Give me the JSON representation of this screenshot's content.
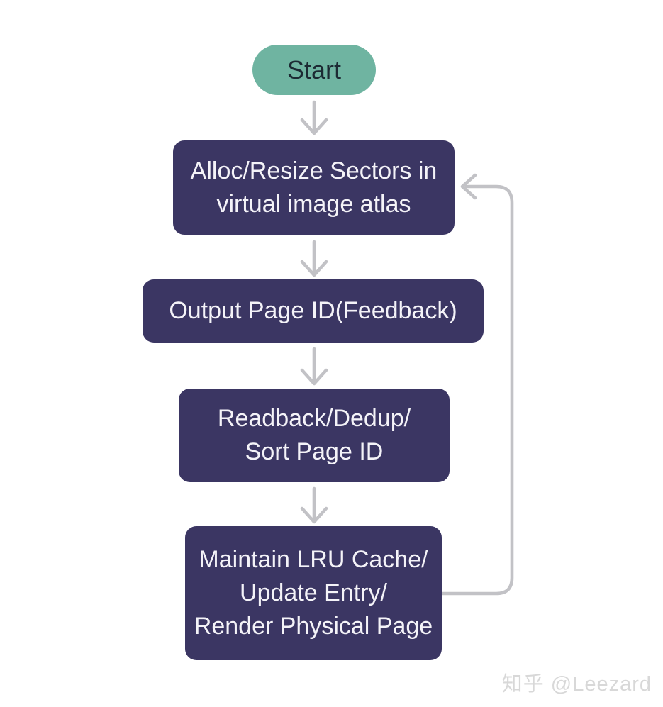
{
  "diagram": {
    "type": "flowchart",
    "direction": "top-down",
    "nodes": [
      {
        "id": "start",
        "shape": "terminator",
        "label": "Start"
      },
      {
        "id": "alloc",
        "shape": "process",
        "label": "Alloc/Resize Sectors in\nvirtual image atlas"
      },
      {
        "id": "output",
        "shape": "process",
        "label": "Output Page ID(Feedback)"
      },
      {
        "id": "readback",
        "shape": "process",
        "label": "Readback/Dedup/\nSort Page ID"
      },
      {
        "id": "maintain",
        "shape": "process",
        "label": "Maintain LRU Cache/\nUpdate Entry/\nRender Physical Page"
      }
    ],
    "edges": [
      {
        "from": "start",
        "to": "alloc",
        "style": "straight-down"
      },
      {
        "from": "alloc",
        "to": "output",
        "style": "straight-down"
      },
      {
        "from": "output",
        "to": "readback",
        "style": "straight-down"
      },
      {
        "from": "readback",
        "to": "maintain",
        "style": "straight-down"
      },
      {
        "from": "maintain",
        "to": "alloc",
        "style": "feedback-loop-right-side"
      }
    ]
  },
  "colors": {
    "background": "#ffffff",
    "process_fill": "#3b3663",
    "process_text": "#f4f3f8",
    "terminator_fill": "#6fb4a1",
    "terminator_text": "#1c2a33",
    "arrow": "#c2c2c6",
    "watermark": "#d8d8d8"
  },
  "watermark": {
    "text": "知乎 @Leezard"
  }
}
